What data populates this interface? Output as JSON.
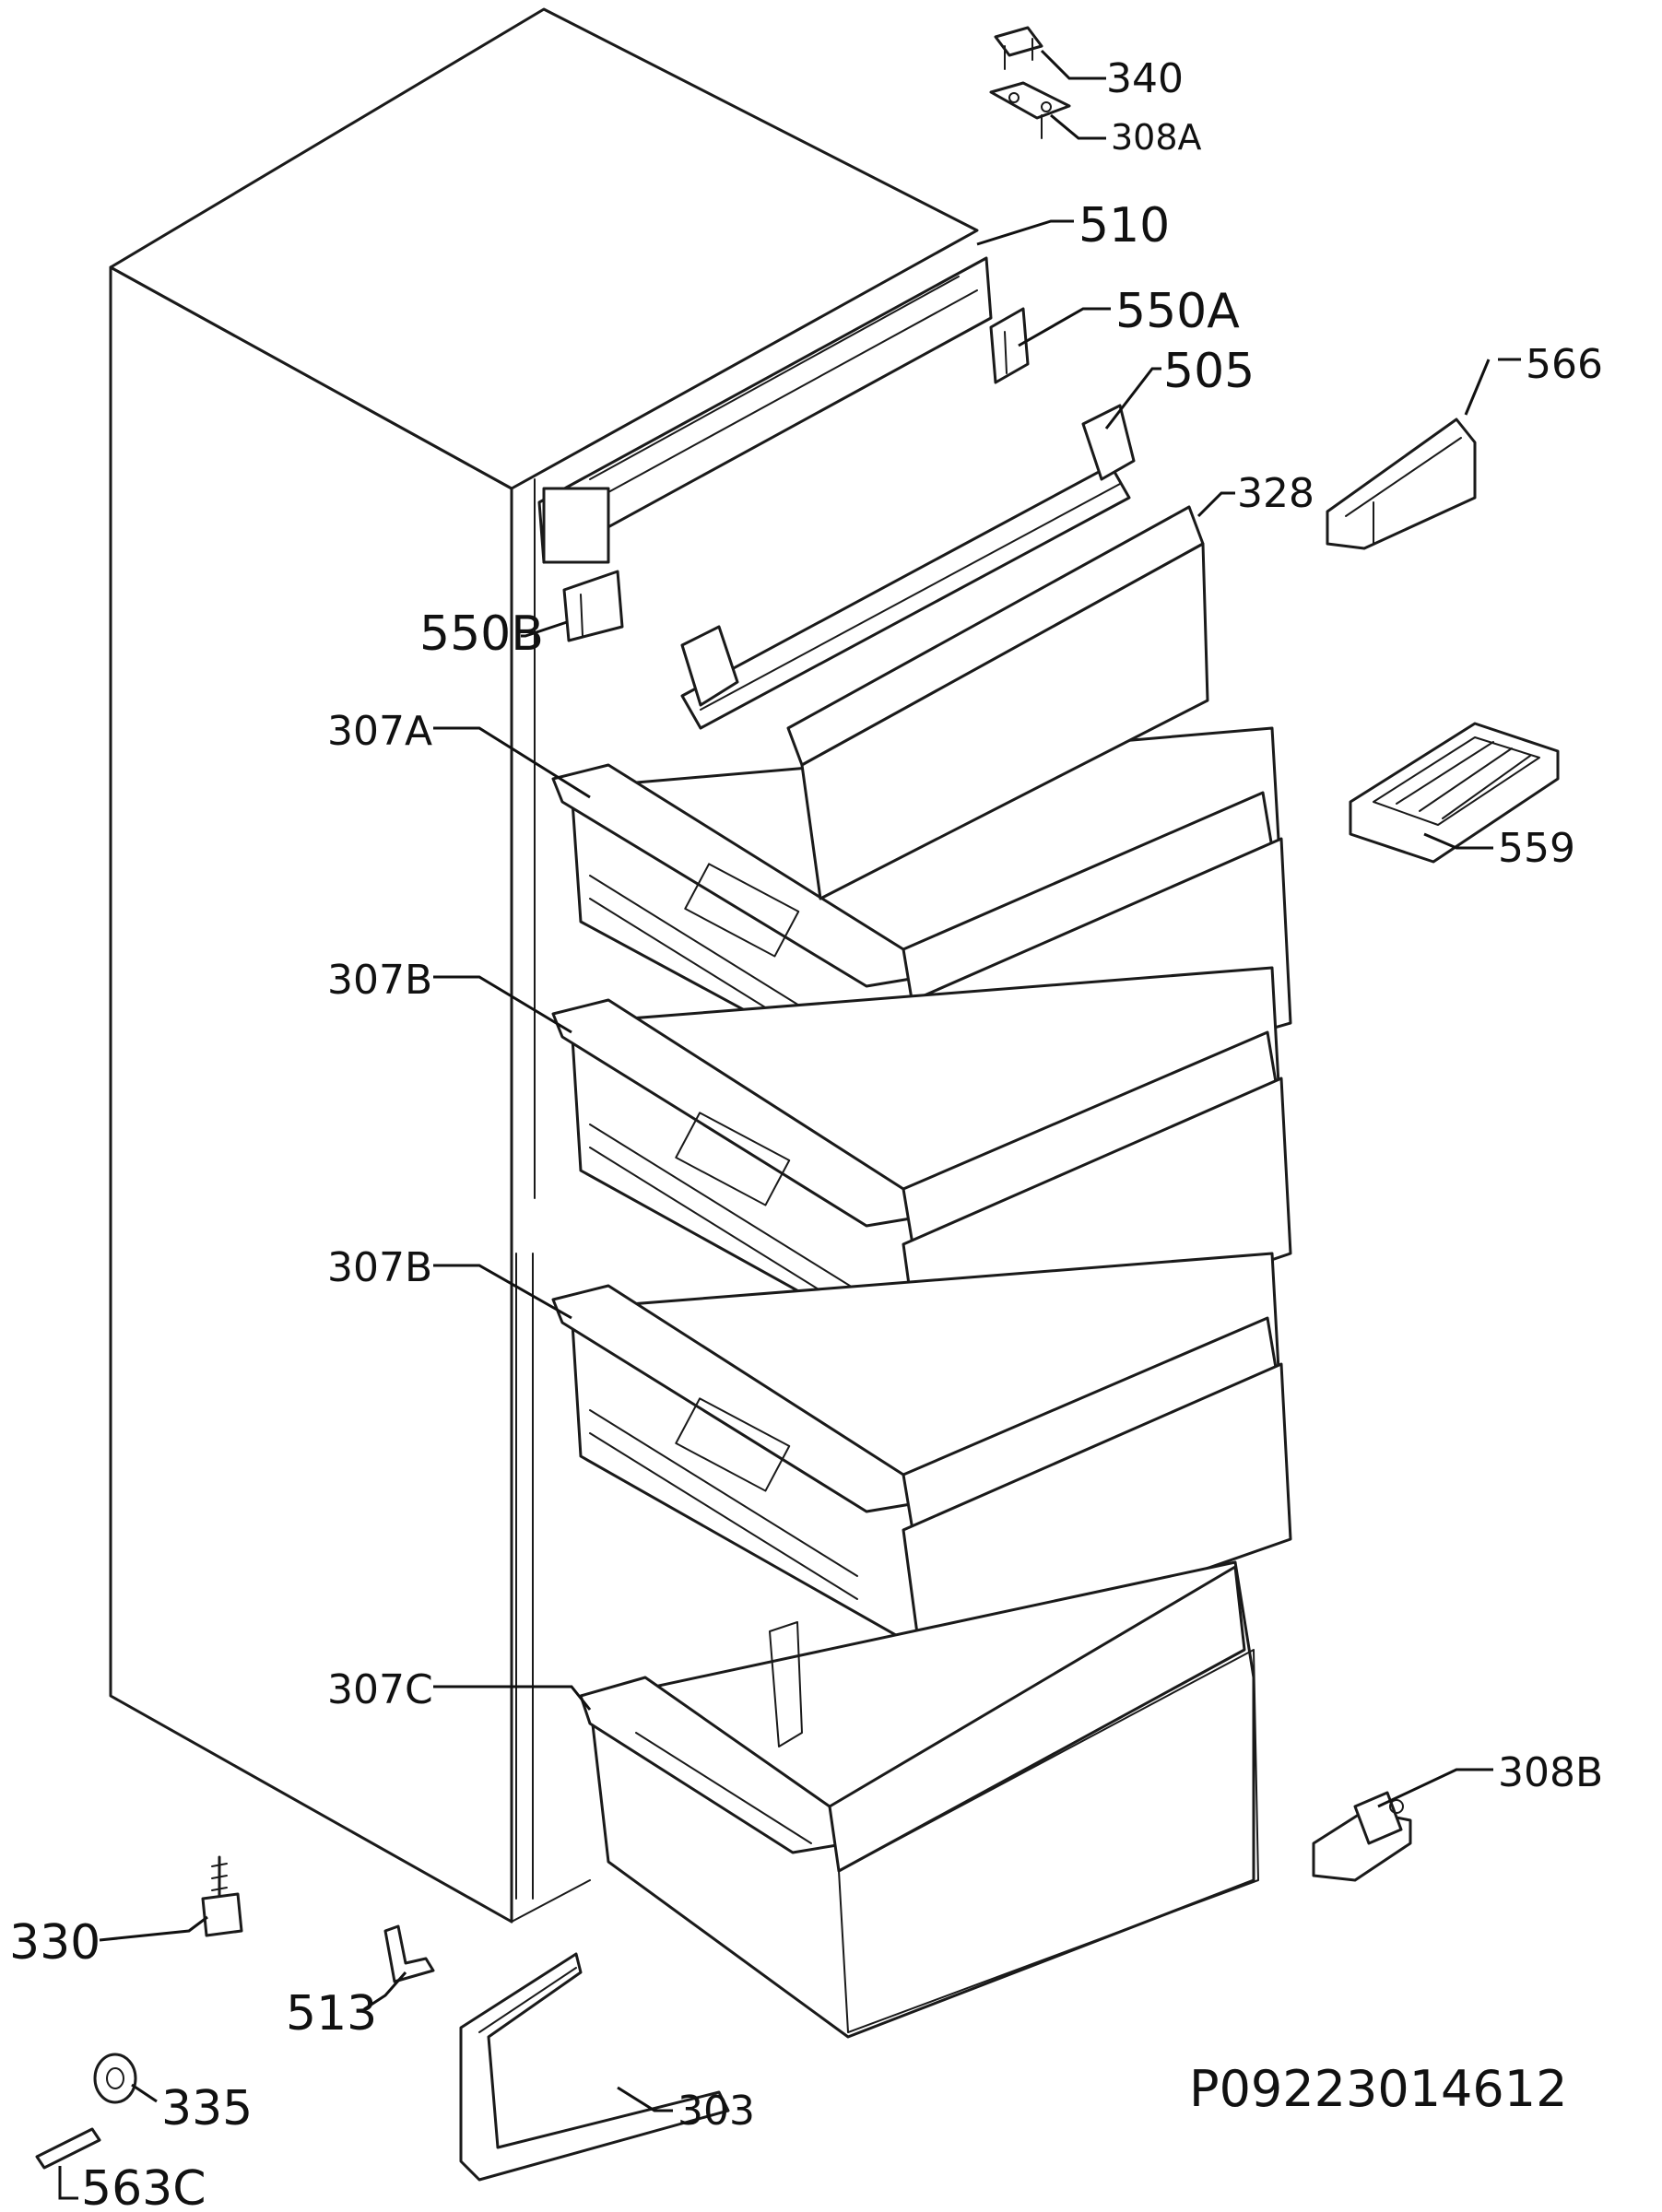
{
  "diagram": {
    "reference_code": "P09223014612",
    "callouts": {
      "c340": "340",
      "c308A": "308A",
      "c510": "510",
      "c550A": "550A",
      "c505": "505",
      "c566": "566",
      "c328": "328",
      "c550B": "550B",
      "c307A": "307A",
      "c559": "559",
      "c307B_1": "307B",
      "c307B_2": "307B",
      "c307C": "307C",
      "c308B": "308B",
      "c330": "330",
      "c513": "513",
      "c303": "303",
      "c335": "335",
      "c563C": "563C"
    }
  }
}
